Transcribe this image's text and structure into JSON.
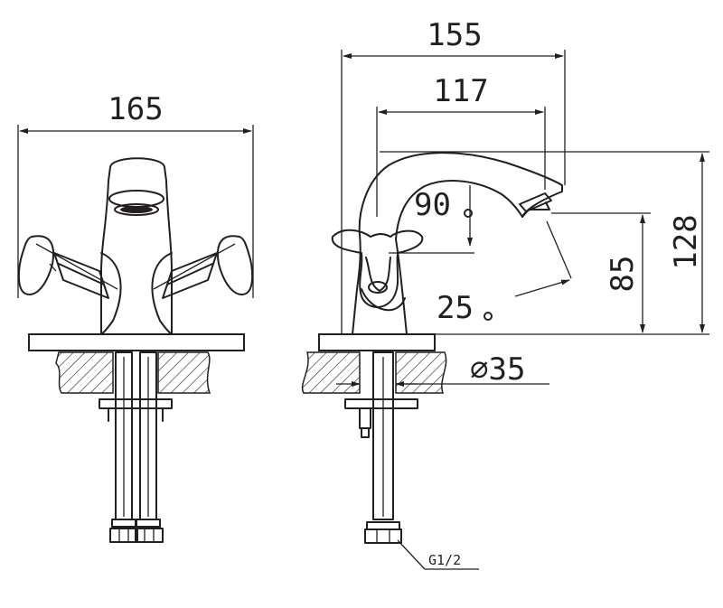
{
  "front_view": {
    "width_label": "165"
  },
  "side_view": {
    "total_length_label": "155",
    "spout_length_label": "117",
    "total_height_label": "128",
    "spout_height_label": "85",
    "angle_top_label": "90",
    "angle_bottom_label": "25",
    "hole_diameter_label": "∅35",
    "thread_label": "G1/2"
  },
  "colors": {
    "line": "#231f20",
    "hatch": "#231f20",
    "background": "#ffffff"
  }
}
